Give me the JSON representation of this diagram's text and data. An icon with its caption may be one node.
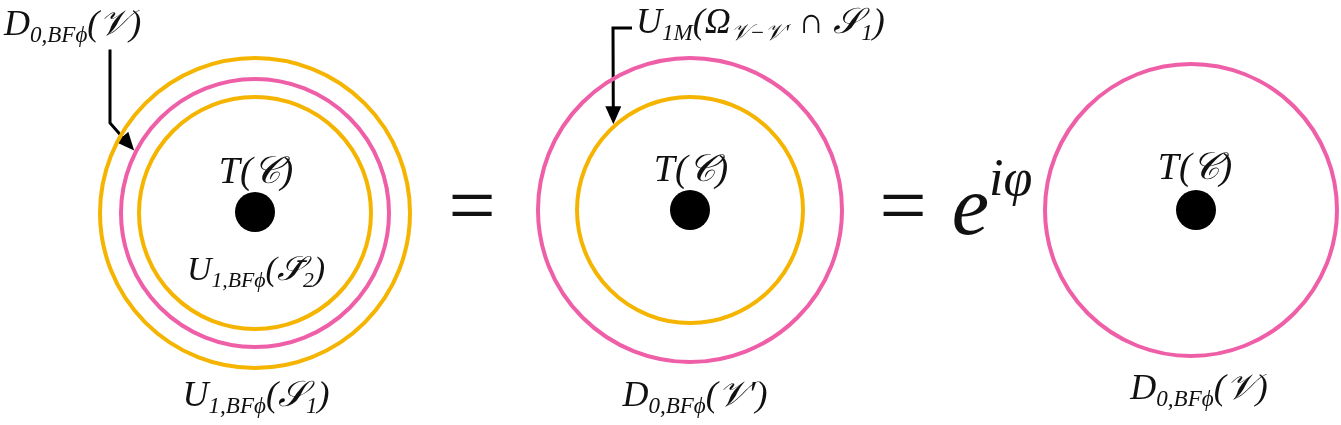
{
  "diagram": {
    "nodes": [
      {
        "text": [
          "D$_{0,BFϕ}$(𝒱)"
        ]
      },
      {
        "text": [],
        "shape": "circle",
        "beside": [
          "U$_{1,BFϕ}$(𝒮$_{1}$)"
        ]
      },
      {
        "text": [],
        "shape": "circle",
        "in": 1
      },
      {
        "text": [
          "T(𝒞)",
          "U$_{1,BFϕ}$(𝒮̄$_{2}$)"
        ],
        "in": 2
      },
      {
        "text": [
          "U$_{1M}$(Ω$_{𝒱−𝒱′}$ ∩ 𝒮$_{1}$)"
        ]
      },
      {
        "text": [],
        "shape": "circle",
        "beside": [
          "D$_{0,BFϕ}$(𝒱′)"
        ]
      },
      {
        "text": [
          "T(𝒞)"
        ],
        "in": 5
      },
      {
        "text": [
          "T(𝒞)"
        ],
        "beside": [
          "D$_{0,BFϕ}$(𝒱)"
        ]
      }
    ],
    "edges": [
      {
        "from": 0,
        "to": 2,
        "arrow": "to"
      },
      {
        "from": 4,
        "to": 6,
        "arrow": "to"
      }
    ],
    "labels": [
      "=",
      "= e$^{iφ}$"
    ]
  }
}
